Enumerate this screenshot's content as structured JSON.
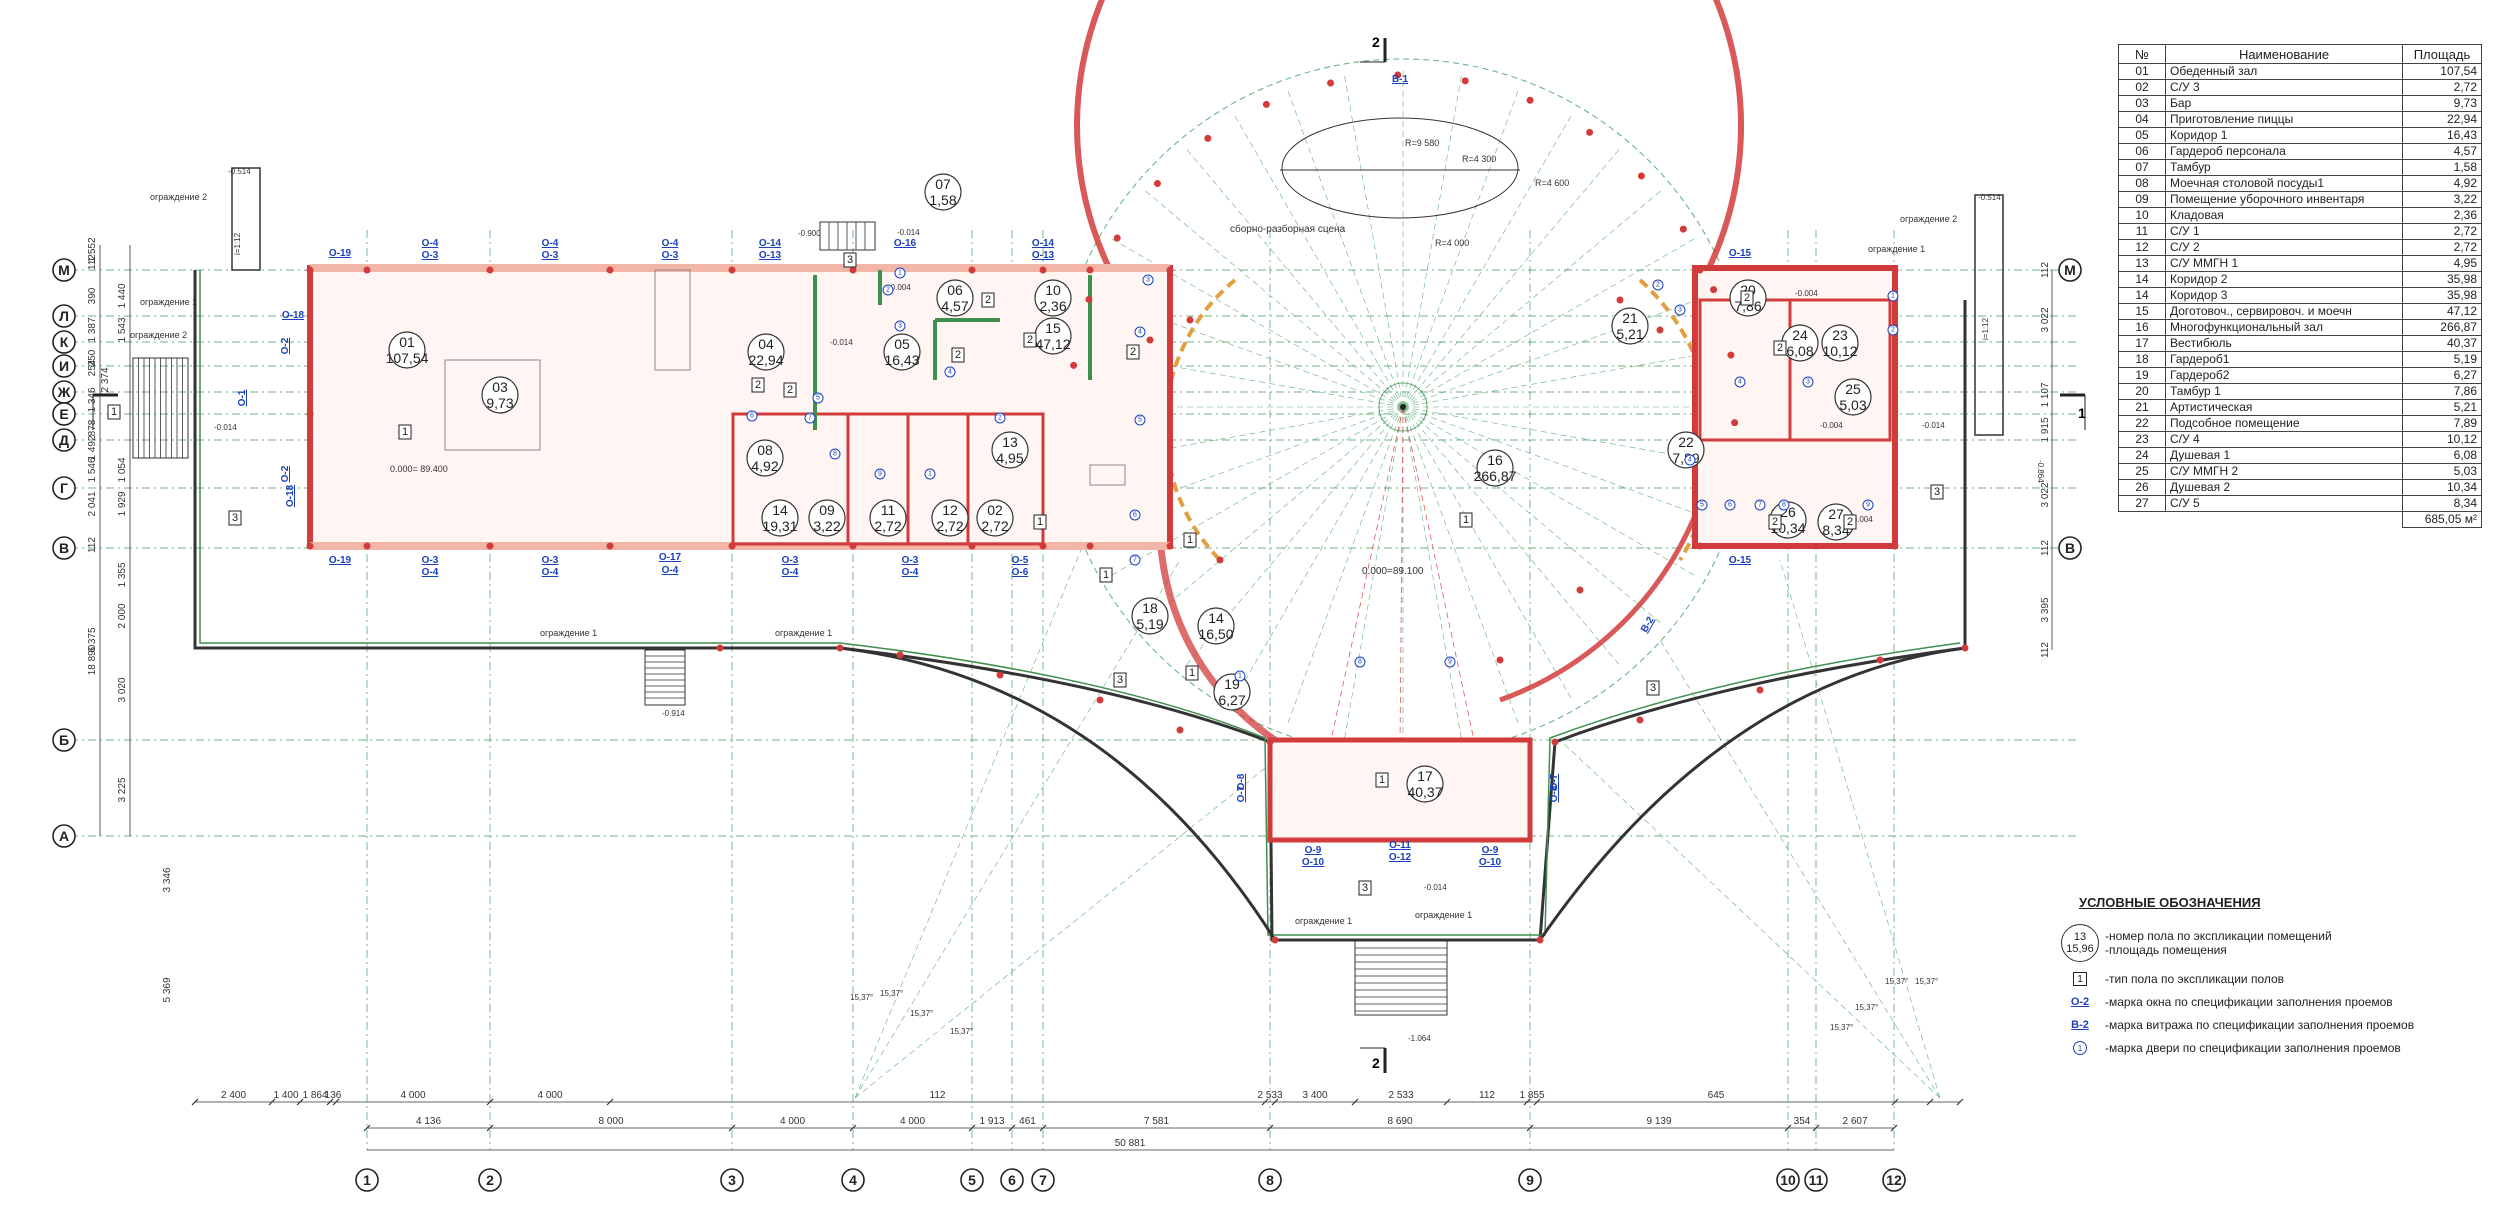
{
  "colors": {
    "wall_red": "#d23b3b",
    "wall_fill": "#f5c9c0",
    "glazing_green": "#3f8f4f",
    "axis_dash": "#3e9a5a",
    "mark_blue": "#1a3fbf",
    "ray_green": "#5fb07a",
    "ray_red": "#e05a5a"
  },
  "axes": {
    "columns": [
      "1",
      "2",
      "3",
      "4",
      "5",
      "6",
      "7",
      "8",
      "9",
      "10",
      "11",
      "12"
    ],
    "rows": [
      "М",
      "Л",
      "К",
      "И",
      "Ж",
      "Е",
      "Д",
      "Г",
      "В",
      "Б",
      "А"
    ]
  },
  "section": {
    "number": "2"
  },
  "row_dimensions": [
    "1 552",
    "112",
    "390",
    "1 440",
    "1 387",
    "1 543",
    "250",
    "254",
    "2 374",
    "1 346",
    "878",
    "1 492",
    "1 054",
    "1 546",
    "1 929",
    "2 041",
    "112",
    "1 355",
    "2 000",
    "3 020",
    "3 225",
    "6 375",
    "18 890",
    "3 346",
    "5 369"
  ],
  "right_dimensions": [
    "3 022",
    "1 107",
    "1 915",
    "3 022",
    "3 395",
    "112",
    "112",
    "112"
  ],
  "bottom_dimensions": {
    "chain1": [
      "4 136",
      "8 000",
      "4 000",
      "4 000",
      "1 913",
      "461",
      "7 581",
      "8 690",
      "9 139",
      "354",
      "2 607"
    ],
    "chain2": [
      "2 400",
      "1 400",
      "1 864",
      "136",
      "4 000",
      "4 000",
      "112",
      "2 533",
      "3 400",
      "2 533",
      "112",
      "1 855",
      "645"
    ],
    "total": "50 881"
  },
  "rooms": [
    {
      "no": "01",
      "area": "107,54"
    },
    {
      "no": "03",
      "area": "9,73"
    },
    {
      "no": "04",
      "area": "22,94"
    },
    {
      "no": "05",
      "area": "16,43"
    },
    {
      "no": "06",
      "area": "4,57"
    },
    {
      "no": "07",
      "area": "1,58"
    },
    {
      "no": "08",
      "area": "4,92"
    },
    {
      "no": "10",
      "area": "2,36"
    },
    {
      "no": "15",
      "area": "47,12"
    },
    {
      "no": "13",
      "area": "4,95"
    },
    {
      "no": "14",
      "area": "19,31"
    },
    {
      "no": "09",
      "area": "3,22"
    },
    {
      "no": "11",
      "area": "2,72"
    },
    {
      "no": "12",
      "area": "2,72"
    },
    {
      "no": "02",
      "area": "2,72"
    },
    {
      "no": "16",
      "area": "266,87"
    },
    {
      "no": "18",
      "area": "5,19"
    },
    {
      "no": "14",
      "area": "16,50"
    },
    {
      "no": "19",
      "area": "6,27"
    },
    {
      "no": "17",
      "area": "40,37"
    },
    {
      "no": "20",
      "area": "7,86"
    },
    {
      "no": "21",
      "area": "5,21"
    },
    {
      "no": "24",
      "area": "6,08"
    },
    {
      "no": "23",
      "area": "10,12"
    },
    {
      "no": "25",
      "area": "5,03"
    },
    {
      "no": "22",
      "area": "7,89"
    },
    {
      "no": "26",
      "area": "10,34"
    },
    {
      "no": "27",
      "area": "8,34"
    }
  ],
  "marks": {
    "windows": [
      "О-19",
      "О-4",
      "О-3",
      "О-4",
      "О-3",
      "О-4",
      "О-3",
      "О-14",
      "О-13",
      "О-16",
      "О-14",
      "О-13",
      "О-15",
      "О-18",
      "О-2",
      "О-1",
      "О-2",
      "О-18",
      "О-19",
      "О-3",
      "О-4",
      "О-3",
      "О-4",
      "О-17",
      "О-4",
      "О-3",
      "О-4",
      "О-3",
      "О-4",
      "О-5",
      "О-6",
      "О-15",
      "О-8",
      "О-7",
      "О-7",
      "О-8",
      "О-9",
      "О-10",
      "О-11",
      "О-12",
      "О-9",
      "О-10"
    ],
    "stained_glass": [
      "В-1",
      "В-2"
    ]
  },
  "plan_labels": {
    "stage": "сборно-разборная сцена",
    "r1": "R=9 580",
    "r2": "R=4 300",
    "r3": "R=4 600",
    "r4": "R=4 000",
    "fence1": "ограждение 1",
    "fence2": "ограждение 2",
    "level_main": "0.000= 89.400",
    "level_hall": "0.000=89.100",
    "lvl_a": "-0.514",
    "lvl_b": "-0.014",
    "lvl_c": "-0.004",
    "lvl_d": "-0.914",
    "lvl_e": "-1.064",
    "lvl_f": "-0.900",
    "lvl_g": "-0.864",
    "ramp": "i=1:12",
    "angle": "15,37°",
    "floor_types": [
      "1",
      "2",
      "3"
    ]
  },
  "table": {
    "headers": {
      "no": "№",
      "name": "Наименование",
      "area": "Площадь"
    },
    "rows": [
      {
        "no": "01",
        "name": "Обеденный зал",
        "area": "107,54"
      },
      {
        "no": "02",
        "name": "С/У 3",
        "area": "2,72"
      },
      {
        "no": "03",
        "name": "Бар",
        "area": "9,73"
      },
      {
        "no": "04",
        "name": "Приготовление пиццы",
        "area": "22,94"
      },
      {
        "no": "05",
        "name": "Коридор 1",
        "area": "16,43"
      },
      {
        "no": "06",
        "name": "Гардероб персонала",
        "area": "4,57"
      },
      {
        "no": "07",
        "name": "Тамбур",
        "area": "1,58"
      },
      {
        "no": "08",
        "name": "Моечная столовой посуды1",
        "area": "4,92"
      },
      {
        "no": "09",
        "name": "Помещение уборочного инвентаря",
        "area": "3,22"
      },
      {
        "no": "10",
        "name": "Кладовая",
        "area": "2,36"
      },
      {
        "no": "11",
        "name": "С/У 1",
        "area": "2,72"
      },
      {
        "no": "12",
        "name": "С/У 2",
        "area": "2,72"
      },
      {
        "no": "13",
        "name": "С/У ММГН 1",
        "area": "4,95"
      },
      {
        "no": "14",
        "name": "Коридор 2",
        "area": "35,98"
      },
      {
        "no": "14",
        "name": "Коридор 3",
        "area": "35,98"
      },
      {
        "no": "15",
        "name": "Доготовоч., сервировоч. и моечн",
        "area": "47,12"
      },
      {
        "no": "16",
        "name": "Многофункциональный зал",
        "area": "266,87"
      },
      {
        "no": "17",
        "name": "Вестибюль",
        "area": "40,37"
      },
      {
        "no": "18",
        "name": "Гардероб1",
        "area": "5,19"
      },
      {
        "no": "19",
        "name": "Гардероб2",
        "area": "6,27"
      },
      {
        "no": "20",
        "name": "Тамбур 1",
        "area": "7,86"
      },
      {
        "no": "21",
        "name": "Артистическая",
        "area": "5,21"
      },
      {
        "no": "22",
        "name": "Подсобное помещение",
        "area": "7,89"
      },
      {
        "no": "23",
        "name": "С/У 4",
        "area": "10,12"
      },
      {
        "no": "24",
        "name": "Душевая 1",
        "area": "6,08"
      },
      {
        "no": "25",
        "name": "С/У ММГН 2",
        "area": "5,03"
      },
      {
        "no": "26",
        "name": "Душевая 2",
        "area": "10,34"
      },
      {
        "no": "27",
        "name": "С/У 5",
        "area": "8,34"
      }
    ],
    "total": "685,05 м²"
  },
  "legend": {
    "title": "УСЛОВНЫЕ ОБОЗНАЧЕНИЯ",
    "room_sample_no": "13",
    "room_sample_area": "15,96",
    "room_no_text": "-номер пола по экспликации помещений",
    "room_area_text": "-площадь помещения",
    "floor_sample": "1",
    "floor_text": "-тип пола по экспликации полов",
    "window_sample": "О-2",
    "window_text": "-марка окна по спецификации заполнения проемов",
    "stained_sample": "В-2",
    "stained_text": "-марка витража по спецификации заполнения проемов",
    "door_sample": "1",
    "door_text": "-марка двери по спецификации заполнения проемов"
  }
}
